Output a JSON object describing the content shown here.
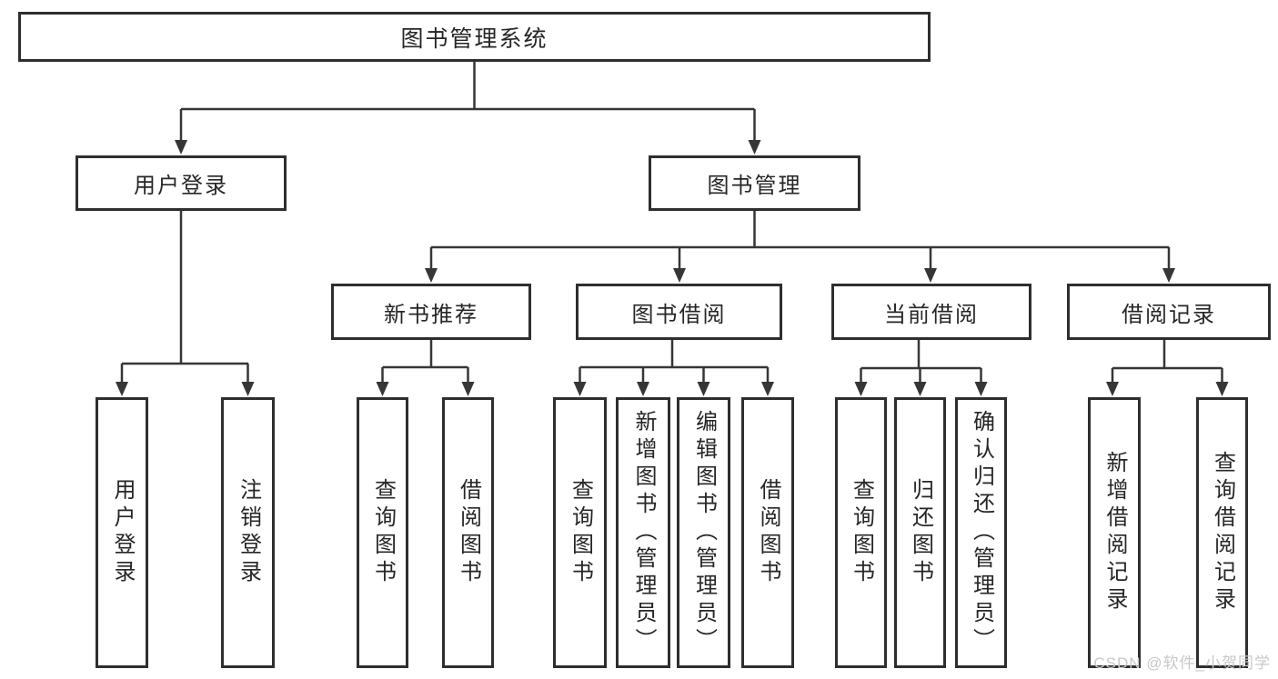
{
  "diagram": {
    "root": {
      "label": "图书管理系统"
    },
    "branches": [
      {
        "label": "用户登录",
        "leaves": [
          {
            "label": "用户登录"
          },
          {
            "label": "注销登录"
          }
        ]
      },
      {
        "label": "图书管理",
        "sections": [
          {
            "label": "新书推荐",
            "leaves": [
              {
                "label": "查询图书"
              },
              {
                "label": "借阅图书"
              }
            ]
          },
          {
            "label": "图书借阅",
            "leaves": [
              {
                "label": "查询图书"
              },
              {
                "label": "新增图书（管理员）"
              },
              {
                "label": "编辑图书（管理员）"
              },
              {
                "label": "借阅图书"
              }
            ]
          },
          {
            "label": "当前借阅",
            "leaves": [
              {
                "label": "查询图书"
              },
              {
                "label": "归还图书"
              },
              {
                "label": "确认归还（管理员）"
              }
            ]
          },
          {
            "label": "借阅记录",
            "leaves": [
              {
                "label": "新增借阅记录"
              },
              {
                "label": "查询借阅记录"
              }
            ]
          }
        ]
      }
    ]
  },
  "watermark": {
    "text": "CSDN @软件_小贺同学"
  },
  "colors": {
    "line": "#363636",
    "box_border": "#2e2e2e",
    "text": "#262626",
    "background": "#ffffff",
    "watermark": "#c8c8c8"
  }
}
